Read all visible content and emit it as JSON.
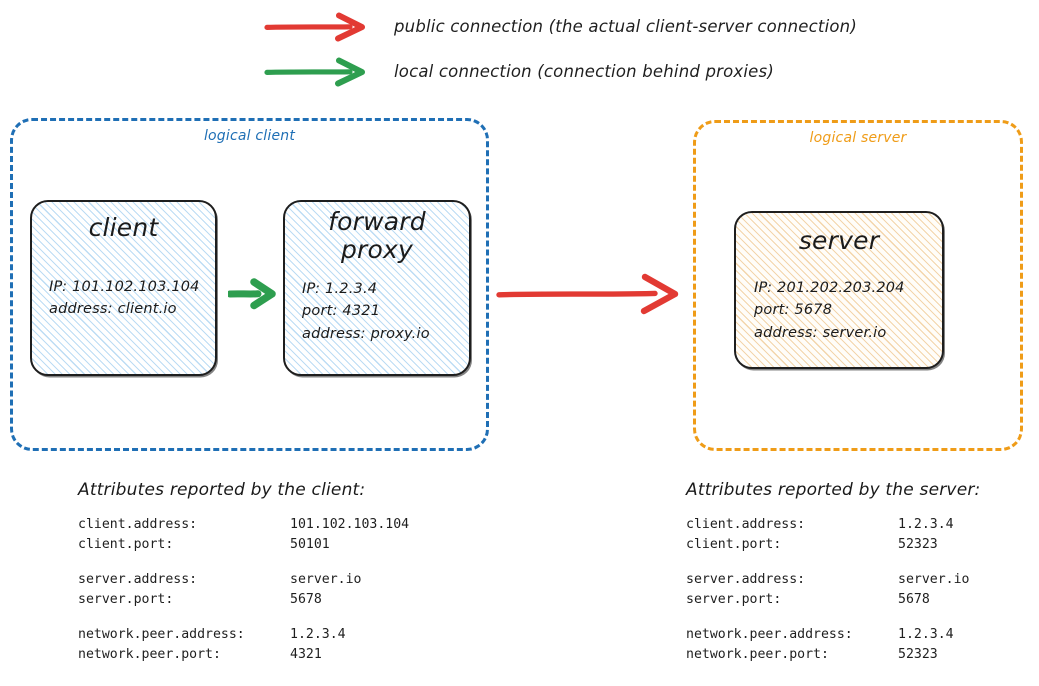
{
  "colors": {
    "public_arrow": "#e23a33",
    "local_arrow": "#2e9e4f",
    "logical_client_border": "#1f6fb5",
    "logical_server_border": "#ef9c18",
    "node_border": "#1e1e1e",
    "client_hatch": "#bcdcf4",
    "server_hatch": "#f3d5ab"
  },
  "legend": {
    "items": [
      {
        "arrow_icon": "red-arrow-icon",
        "color": "#e23a33",
        "label": "public connection (the actual client-server connection)"
      },
      {
        "arrow_icon": "green-arrow-icon",
        "color": "#2e9e4f",
        "label": "local connection (connection behind proxies)"
      }
    ]
  },
  "logical_client": {
    "label": "logical client",
    "nodes": {
      "client": {
        "title": "client",
        "details": "IP: 101.102.103.104\naddress: client.io"
      },
      "proxy": {
        "title": "forward\nproxy",
        "details": "IP: 1.2.3.4\nport: 4321\naddress: proxy.io"
      }
    }
  },
  "logical_server": {
    "label": "logical server",
    "nodes": {
      "server": {
        "title": "server",
        "details": "IP: 201.202.203.204\nport: 5678\naddress: server.io"
      }
    }
  },
  "connectors": {
    "client_to_proxy": {
      "icon": "green-arrow-icon",
      "kind": "local connection"
    },
    "proxy_to_server": {
      "icon": "red-arrow-icon",
      "kind": "public connection"
    }
  },
  "attributes_client": {
    "heading": "Attributes reported by the client:",
    "groups": [
      [
        {
          "key": "client.address:",
          "value": "101.102.103.104"
        },
        {
          "key": "client.port:",
          "value": "50101"
        }
      ],
      [
        {
          "key": "server.address:",
          "value": "server.io"
        },
        {
          "key": "server.port:",
          "value": "5678"
        }
      ],
      [
        {
          "key": "network.peer.address:",
          "value": "1.2.3.4"
        },
        {
          "key": "network.peer.port:",
          "value": "4321"
        }
      ]
    ]
  },
  "attributes_server": {
    "heading": "Attributes reported by the server:",
    "groups": [
      [
        {
          "key": "client.address:",
          "value": "1.2.3.4"
        },
        {
          "key": "client.port:",
          "value": "52323"
        }
      ],
      [
        {
          "key": "server.address:",
          "value": "server.io"
        },
        {
          "key": "server.port:",
          "value": "5678"
        }
      ],
      [
        {
          "key": "network.peer.address:",
          "value": "1.2.3.4"
        },
        {
          "key": "network.peer.port:",
          "value": "52323"
        }
      ]
    ]
  }
}
